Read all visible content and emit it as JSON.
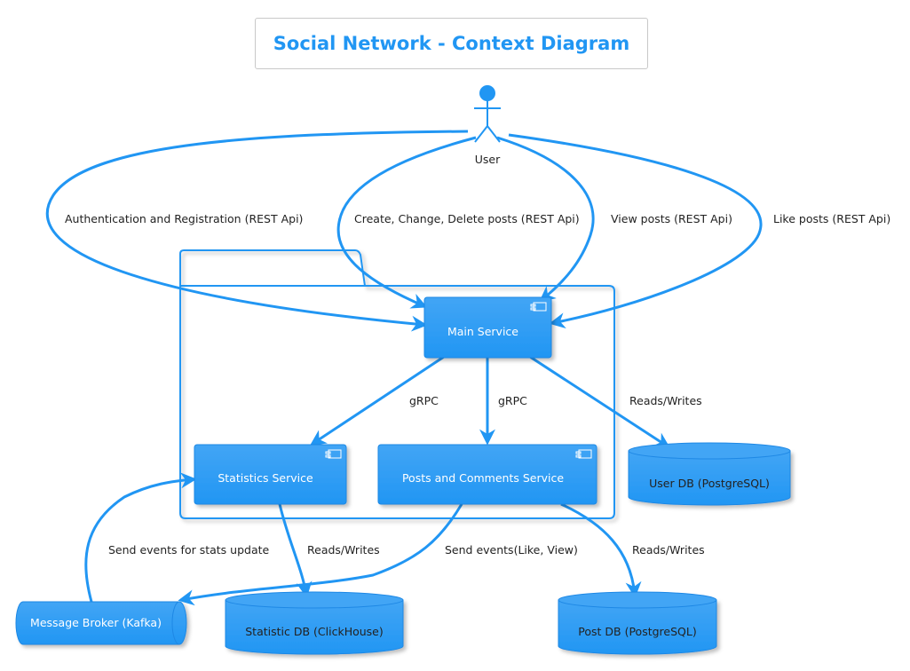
{
  "title": "Social Network - Context Diagram",
  "colors": {
    "primary": "#2196F3",
    "node_fill_top": "#42A5F5",
    "node_fill_bottom": "#2196F3",
    "text": "#222222",
    "node_text": "#ffffff"
  },
  "actor": {
    "label": "User",
    "icon": "stick-figure-icon"
  },
  "components": {
    "main_service": "Main Service",
    "statistics_service": "Statistics Service",
    "posts_service": "Posts and Comments Service"
  },
  "databases": {
    "user_db": "User DB (PostgreSQL)",
    "statistic_db": "Statistic DB (ClickHouse)",
    "post_db": "Post DB (PostgreSQL)"
  },
  "queue": {
    "label": "Message Broker (Kafka)"
  },
  "edges": {
    "auth": "Authentication and Registration (REST Api)",
    "crud_posts": "Create, Change, Delete posts (REST Api)",
    "view_posts": "View posts (REST Api)",
    "like_posts": "Like posts (REST Api)",
    "grpc_stats": "gRPC",
    "grpc_posts": "gRPC",
    "main_db": "Reads/Writes",
    "stats_db": "Reads/Writes",
    "posts_db": "Reads/Writes",
    "posts_events": "Send events(Like, View)",
    "broker_stats": "Send events for stats update"
  }
}
